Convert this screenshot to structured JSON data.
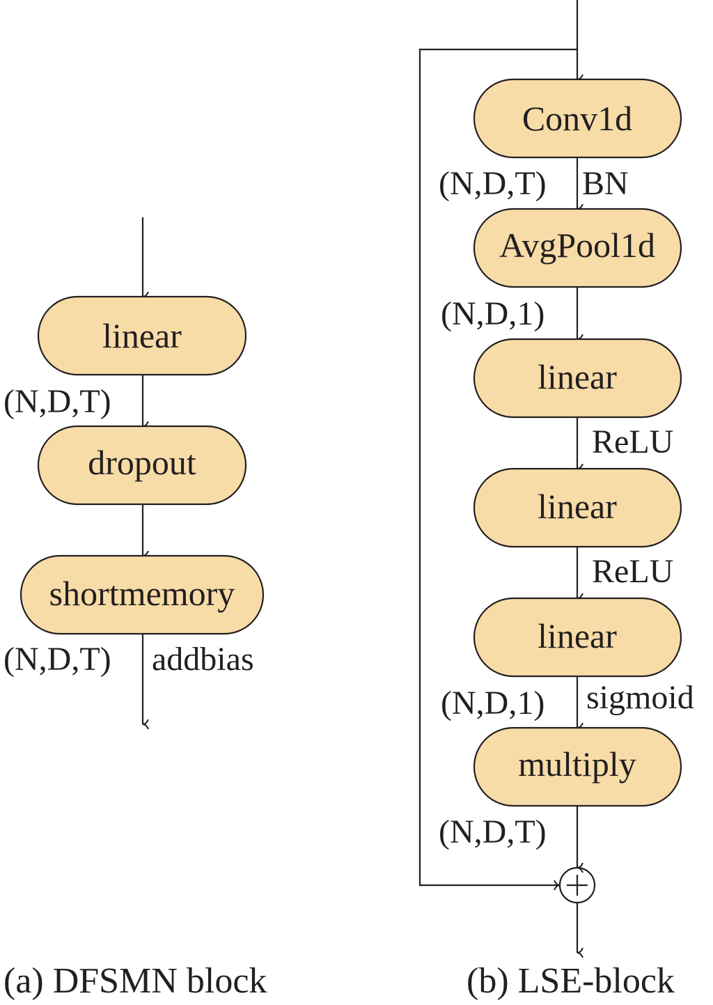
{
  "panel_a": {
    "caption": "(a) DFSMN block",
    "nodes": [
      "linear",
      "dropout",
      "shortmemory"
    ],
    "edge_labels": {
      "linear_to_dropout": {
        "left": "(N,D,T)"
      },
      "output": {
        "left": "(N,D,T)",
        "right": "addbias"
      }
    }
  },
  "panel_b": {
    "caption": "(b) LSE-block",
    "nodes": [
      "Conv1d",
      "AvgPool1d",
      "linear",
      "linear",
      "linear",
      "multiply"
    ],
    "edge_labels": {
      "conv_to_pool": {
        "left": "(N,D,T)",
        "right": "BN"
      },
      "pool_to_linear": {
        "left": "(N,D,1)"
      },
      "linear1_to_linear2": {
        "right": "ReLU"
      },
      "linear2_to_linear3": {
        "right": "ReLU"
      },
      "linear3_to_multiply": {
        "left": "(N,D,1)",
        "right": "sigmoid"
      },
      "multiply_to_add": {
        "left": "(N,D,T)"
      }
    },
    "sum_symbol": "+"
  },
  "colors": {
    "node_fill": "#f8dca8",
    "stroke": "#231f20"
  }
}
